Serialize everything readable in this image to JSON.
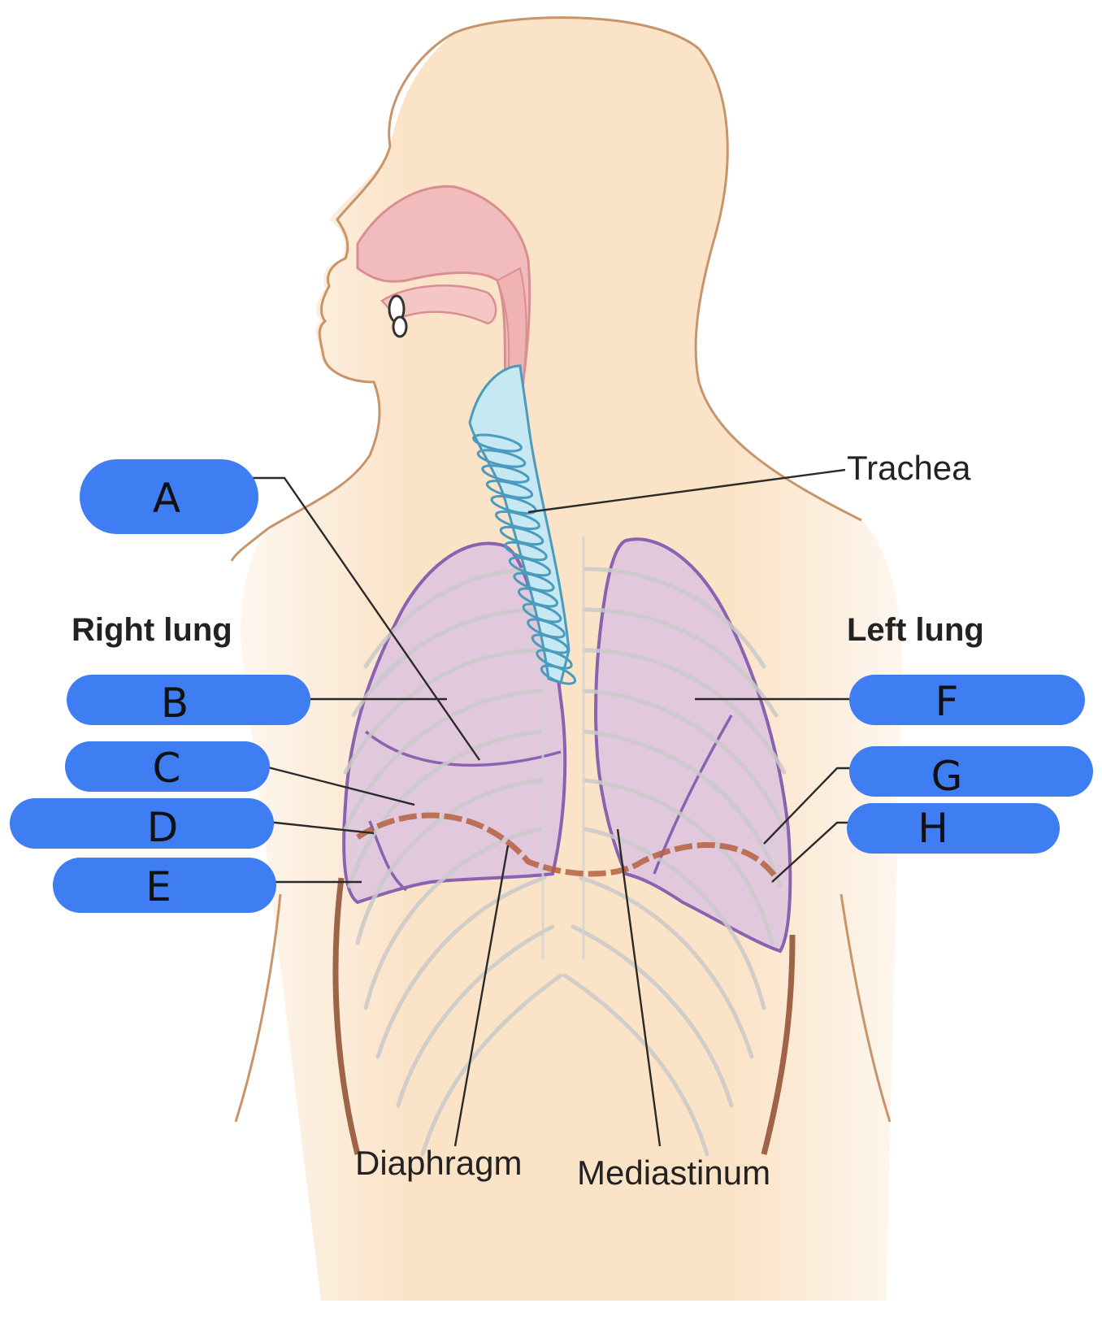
{
  "labels": {
    "trachea": "Trachea",
    "right_lung": "Right lung",
    "left_lung": "Left lung",
    "diaphragm": "Diaphragm",
    "mediastinum": "Mediastinum"
  },
  "masks": [
    "A",
    "B",
    "C",
    "D",
    "E",
    "F",
    "G",
    "H"
  ],
  "colors": {
    "skin": "#fbe3c7",
    "skin_outline": "#c8956a",
    "airway": "#f2bcbc",
    "airway_outline": "#d98f92",
    "lung_fill": "#dcc3df",
    "lung_outline": "#8a63b0",
    "trachea": "#a9d9ea",
    "mask_blue": "#3f7ef2",
    "diaphragm": "#b5603f"
  }
}
